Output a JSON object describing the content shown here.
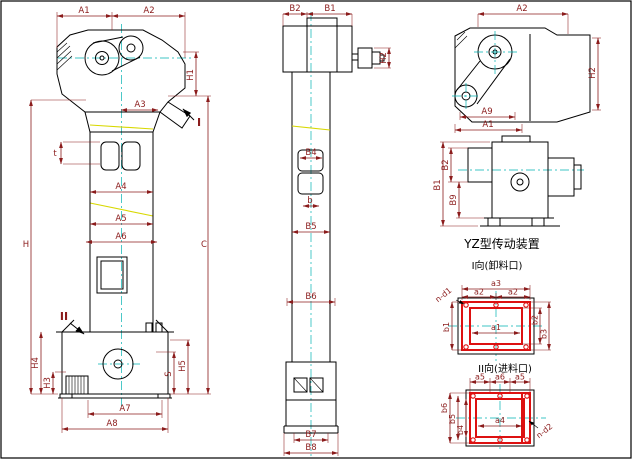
{
  "page": {
    "background": "#ffffff",
    "border_color": "#000000"
  },
  "colors": {
    "outline": "#000000",
    "dimension_text": "#8b1c1c",
    "highlight_red": "#dd1111",
    "centerline_cyan": "#00b2b2",
    "break_line_yellow": "#d8d800"
  },
  "front_view": {
    "dims": {
      "A1": "A1",
      "A2": "A2",
      "H1": "H1",
      "A3": "A3",
      "t": "t",
      "A4": "A4",
      "H": "H",
      "A5": "A5",
      "A6": "A6",
      "H4": "H4",
      "H3": "H3",
      "A7": "A7",
      "A8": "A8",
      "S": "S",
      "H5": "H5",
      "C": "C"
    },
    "markers": {
      "I": "I",
      "II": "II"
    }
  },
  "side_view": {
    "dims": {
      "B2": "B2",
      "B1": "B1",
      "H2": "H2",
      "B4": "B4",
      "b": "b",
      "B5": "B5",
      "B6": "B6",
      "B7": "B7",
      "B8": "B8"
    }
  },
  "drive_unit": {
    "caption": "YZ型传动装置",
    "front_dims": {
      "A2": "A2",
      "H2": "H2",
      "A9": "A9",
      "A1": "A1"
    },
    "side_dims": {
      "B2": "B2",
      "B9": "B9",
      "B1": "B1"
    }
  },
  "discharge_port": {
    "caption": "I向(卸料口)",
    "dims": {
      "a3": "a3",
      "a2_left": "a2",
      "a2_right": "a2",
      "a1": "a1",
      "b1": "b1",
      "b2": "b2",
      "b3": "b3",
      "holes": "n-d1"
    }
  },
  "inlet_port": {
    "caption": "II向(进料口)",
    "dims": {
      "a5_left": "a5",
      "a6": "a6",
      "a5_right": "a5",
      "a4": "a4",
      "b4": "b4",
      "b5": "b5",
      "b6": "b6",
      "holes": "n-d2"
    }
  }
}
